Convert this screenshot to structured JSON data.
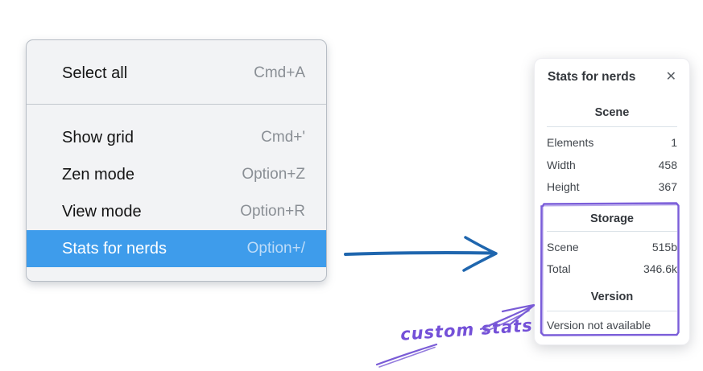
{
  "context_menu": {
    "items": [
      {
        "label": "Select all",
        "shortcut": "Cmd+A",
        "selected": false
      },
      {
        "label": "Show grid",
        "shortcut": "Cmd+'",
        "selected": false
      },
      {
        "label": "Zen mode",
        "shortcut": "Option+Z",
        "selected": false
      },
      {
        "label": "View mode",
        "shortcut": "Option+R",
        "selected": false
      },
      {
        "label": "Stats for nerds",
        "shortcut": "Option+/",
        "selected": true
      }
    ]
  },
  "stats_panel": {
    "title": "Stats for nerds",
    "scene": {
      "heading": "Scene",
      "rows": [
        {
          "label": "Elements",
          "value": "1"
        },
        {
          "label": "Width",
          "value": "458"
        },
        {
          "label": "Height",
          "value": "367"
        }
      ]
    },
    "storage": {
      "heading": "Storage",
      "rows": [
        {
          "label": "Scene",
          "value": "515b"
        },
        {
          "label": "Total",
          "value": "346.6k"
        }
      ]
    },
    "version": {
      "heading": "Version",
      "note": "Version not available"
    }
  },
  "annotation": {
    "label": "custom stats"
  },
  "icons": {
    "close": "✕"
  },
  "colors": {
    "menu_highlight": "#3e9ceb",
    "menu_background": "#f2f3f5",
    "flow_arrow_blue": "#1f66ae",
    "annotation_purple": "#7a5cd6"
  }
}
